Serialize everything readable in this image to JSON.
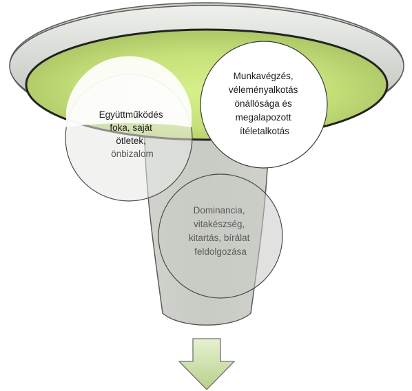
{
  "diagram": {
    "type": "funnel",
    "circles": [
      {
        "id": "left",
        "lines": [
          "Együttműködés",
          "foka, saját",
          "ötletek,",
          "önbizalom"
        ]
      },
      {
        "id": "right",
        "lines": [
          "Munkavégzés,",
          "véleményalkotás",
          "önállósága és",
          "megalapozott",
          "ítéletalkotás"
        ]
      },
      {
        "id": "bottom",
        "lines": [
          "Dominancia,",
          "vitakészség,",
          "kitartás, bírálat",
          "feldolgozása"
        ]
      }
    ],
    "arrow": {
      "direction": "down",
      "color": "#c4d99a"
    },
    "colors": {
      "funnel_fill": "#c9ccc6",
      "funnel_stroke": "#5a5a5a",
      "rim_dark": "#3a3a3a",
      "text_dark": "#1a1a1a",
      "text_muted": "#5a5a5a"
    }
  }
}
